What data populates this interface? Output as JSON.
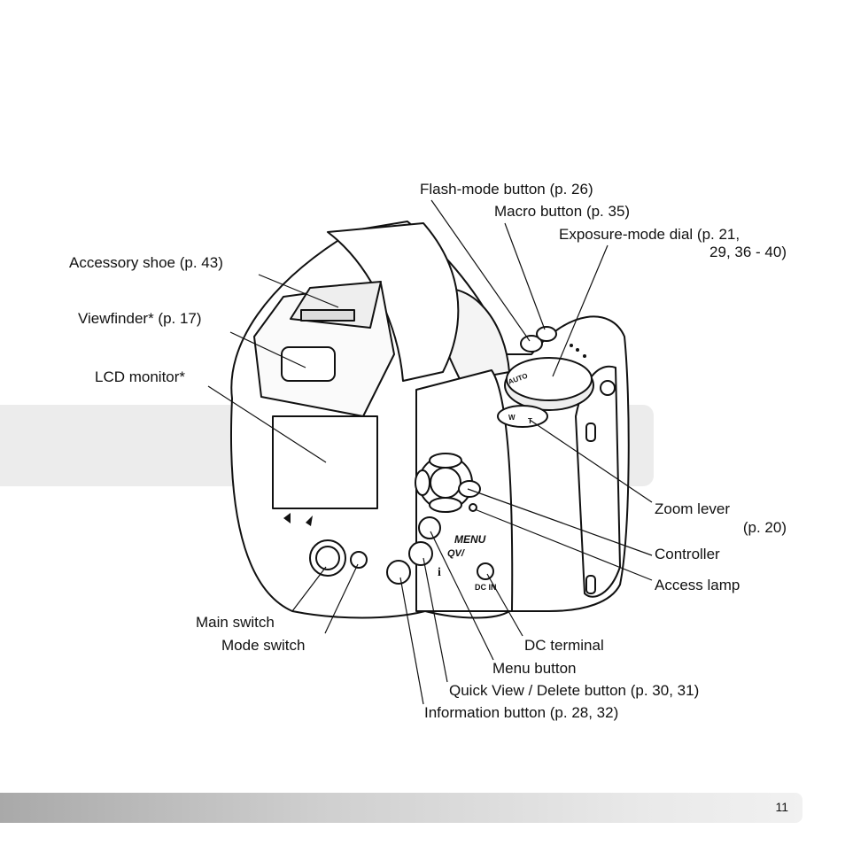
{
  "labels": {
    "flash_mode": "Flash-mode button (p. 26)",
    "macro": "Macro button (p. 35)",
    "exposure_1": "Exposure-mode dial (p. 21,",
    "exposure_2": "29, 36 - 40)",
    "accessory_shoe": "Accessory shoe (p. 43)",
    "viewfinder": "Viewfinder* (p. 17)",
    "lcd_monitor": "LCD monitor*",
    "zoom_1": "Zoom lever",
    "zoom_2": "(p. 20)",
    "controller": "Controller",
    "access_lamp": "Access lamp",
    "main_switch": "Main switch",
    "mode_switch": "Mode switch",
    "dc_terminal": "DC terminal",
    "menu_button": "Menu button",
    "quick_view": "Quick View / Delete button (p. 30, 31)",
    "information": "Information button (p. 28, 32)"
  },
  "camera_markings": {
    "menu": "MENU",
    "qv": "QV/",
    "dc_in": "DC IN",
    "auto": "AUTO",
    "info": "i",
    "zoom_w": "W",
    "zoom_t": "T"
  },
  "page_number": "11"
}
